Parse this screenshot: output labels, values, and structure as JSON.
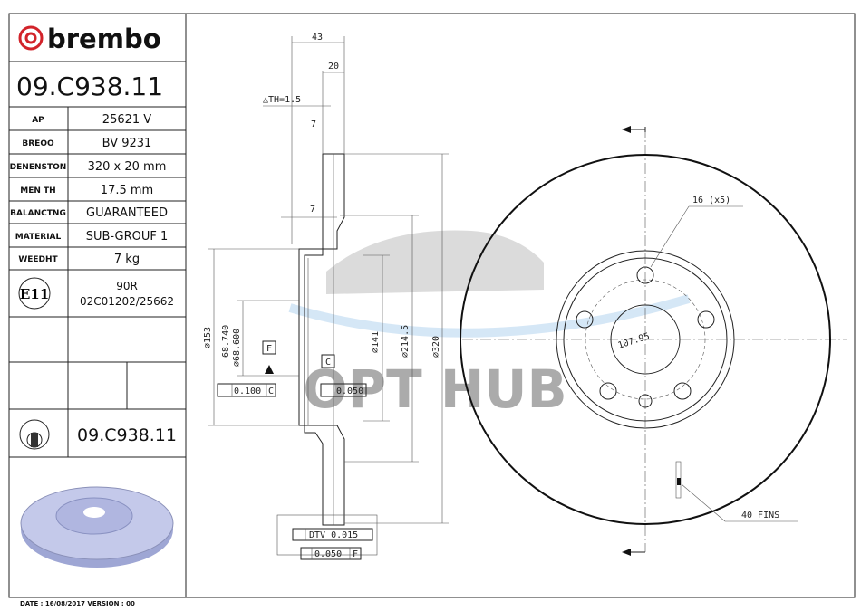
{
  "brand": {
    "name": "brembo",
    "color": "#d2232a"
  },
  "part_number": "09.C938.11",
  "specs": [
    {
      "label": "AP",
      "value": "25621 V"
    },
    {
      "label": "BREOO",
      "value": "BV 9231"
    },
    {
      "label": "DENENSTON",
      "value": "320 x 20 mm"
    },
    {
      "label": "MEN TH",
      "value": "17.5 mm"
    },
    {
      "label": "BALANCTNG",
      "value": "GUARANTEED"
    },
    {
      "label": "MATERIAL",
      "value": "SUB-GROUF 1"
    },
    {
      "label": "WEEDHT",
      "value": "7 kg"
    }
  ],
  "approval": {
    "mark": "E11",
    "line1": "90R",
    "line2": "02C01202/25662"
  },
  "footer": "DATE : 16/08/2017  VERSION : 00",
  "dims": {
    "d43": "43",
    "d20": "20",
    "th": "△TH=1.5",
    "d7a": "7",
    "d7b": "7",
    "d153": "⌀153",
    "d68a": "68.740",
    "d68b": "⌀68.600",
    "d141": "⌀141",
    "d214": "⌀214.5",
    "d320": "⌀320",
    "datum_f": "F",
    "datum_c": "C",
    "tol1": "0.100",
    "tol1_ref": "C",
    "tol2": "0.050",
    "dtv": "DTV  0.015",
    "runout": "0.050",
    "runout_ref": "F",
    "bolt": "16 (x5)",
    "pcd": "107.95",
    "fins": "40 FINS"
  },
  "watermark": "OPT HUB"
}
